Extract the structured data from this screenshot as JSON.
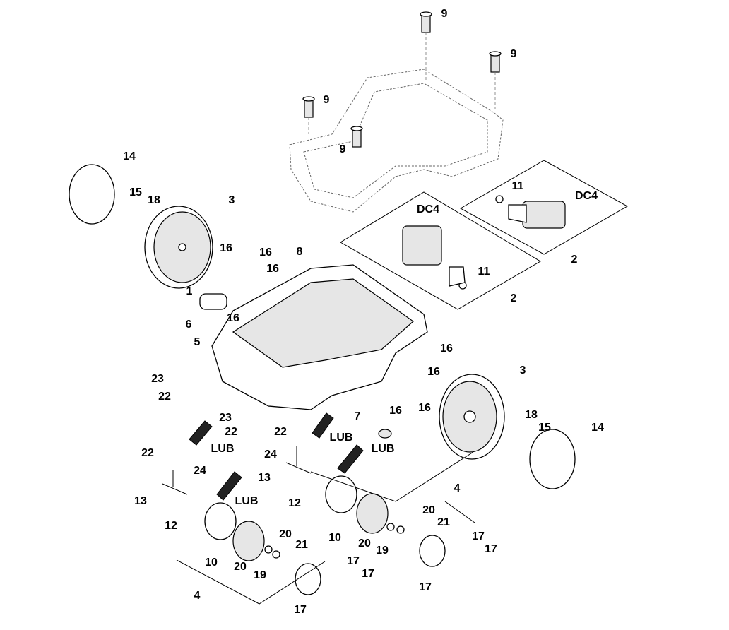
{
  "diagram": {
    "labels": [
      "9",
      "9",
      "9",
      "9",
      "14",
      "15",
      "18",
      "3",
      "11",
      "DC4",
      "DC4",
      "2",
      "11",
      "2",
      "16",
      "16",
      "8",
      "16",
      "1",
      "16",
      "6",
      "5",
      "16",
      "3",
      "16",
      "23",
      "22",
      "16",
      "16",
      "23",
      "7",
      "22",
      "22",
      "LUB",
      "18",
      "LUB",
      "15",
      "14",
      "24",
      "LUB",
      "22",
      "24",
      "13",
      "13",
      "LUB",
      "12",
      "4",
      "12",
      "20",
      "21",
      "10",
      "20",
      "19",
      "20",
      "21",
      "10",
      "20",
      "19",
      "17",
      "17",
      "17",
      "17",
      "4",
      "17",
      "17"
    ]
  }
}
